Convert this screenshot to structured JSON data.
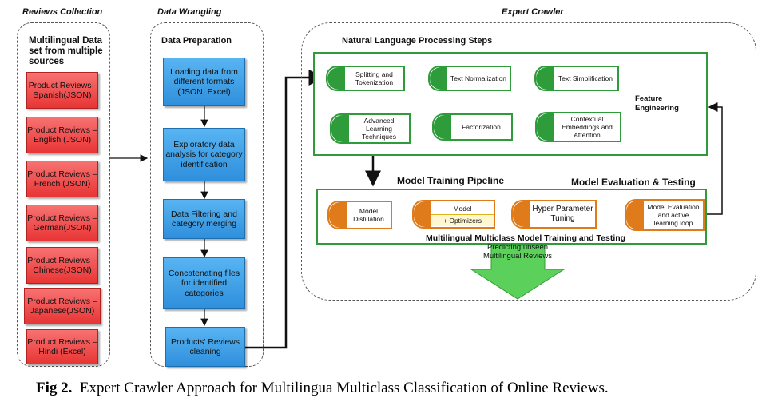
{
  "sections": {
    "reviews_collection": "Reviews Collection",
    "data_wrangling": "Data Wrangling",
    "expert_crawler": "Expert Crawler"
  },
  "reviews": {
    "title": "Multilingual Data set from multiple sources",
    "items": [
      "Product Reviews– Spanish(JSON)",
      "Product Reviews – English (JSON)",
      "Product Reviews – French (JSON)",
      "Product Reviews – German(JSON)",
      "Product Reviews – Chinese(JSON)",
      "Product Reviews – Japanese(JSON)",
      "Product Reviews – Hindi (Excel)"
    ]
  },
  "wrangling": {
    "title": "Data Preparation",
    "steps": [
      "Loading data from different formats (JSON, Excel)",
      "Exploratory data analysis for category identification",
      "Data Filtering and category merging",
      "Concatenating files for identified categories",
      "Products' Reviews cleaning"
    ]
  },
  "nlp": {
    "title": "Natural Language Processing Steps",
    "row1": [
      "Splitting and Tokenization",
      "Text Normalization",
      "Text Simplification"
    ],
    "row2": [
      "Advanced Learning Techniques",
      "Factorization",
      "Contextual Embeddings and Attention"
    ],
    "feature_engineering": "Feature Engineering"
  },
  "training": {
    "pipeline_label": "Model Training Pipeline",
    "evaluation_label": "Model Evaluation & Testing",
    "distillation": "Model Distillation",
    "model": "Model",
    "optimizers": "+ Optimizers",
    "hyper": "Hyper Parameter Tuning",
    "evaluation": "Model Evaluation and active learning loop",
    "bottom_label": "Multilingual Multiclass Model Training and Testing"
  },
  "predict": "Predicting unseen Multilingual Reviews",
  "caption": {
    "fig": "Fig 2.",
    "text": "Expert Crawler Approach for Multilingua Multiclass Classification of Online Reviews."
  },
  "colors": {
    "green": "#2e9c3a",
    "orange": "#e07b1b",
    "red_box": "#e83535",
    "blue_box": "#2f8fdc",
    "arrow_green": "#5bd05b"
  }
}
